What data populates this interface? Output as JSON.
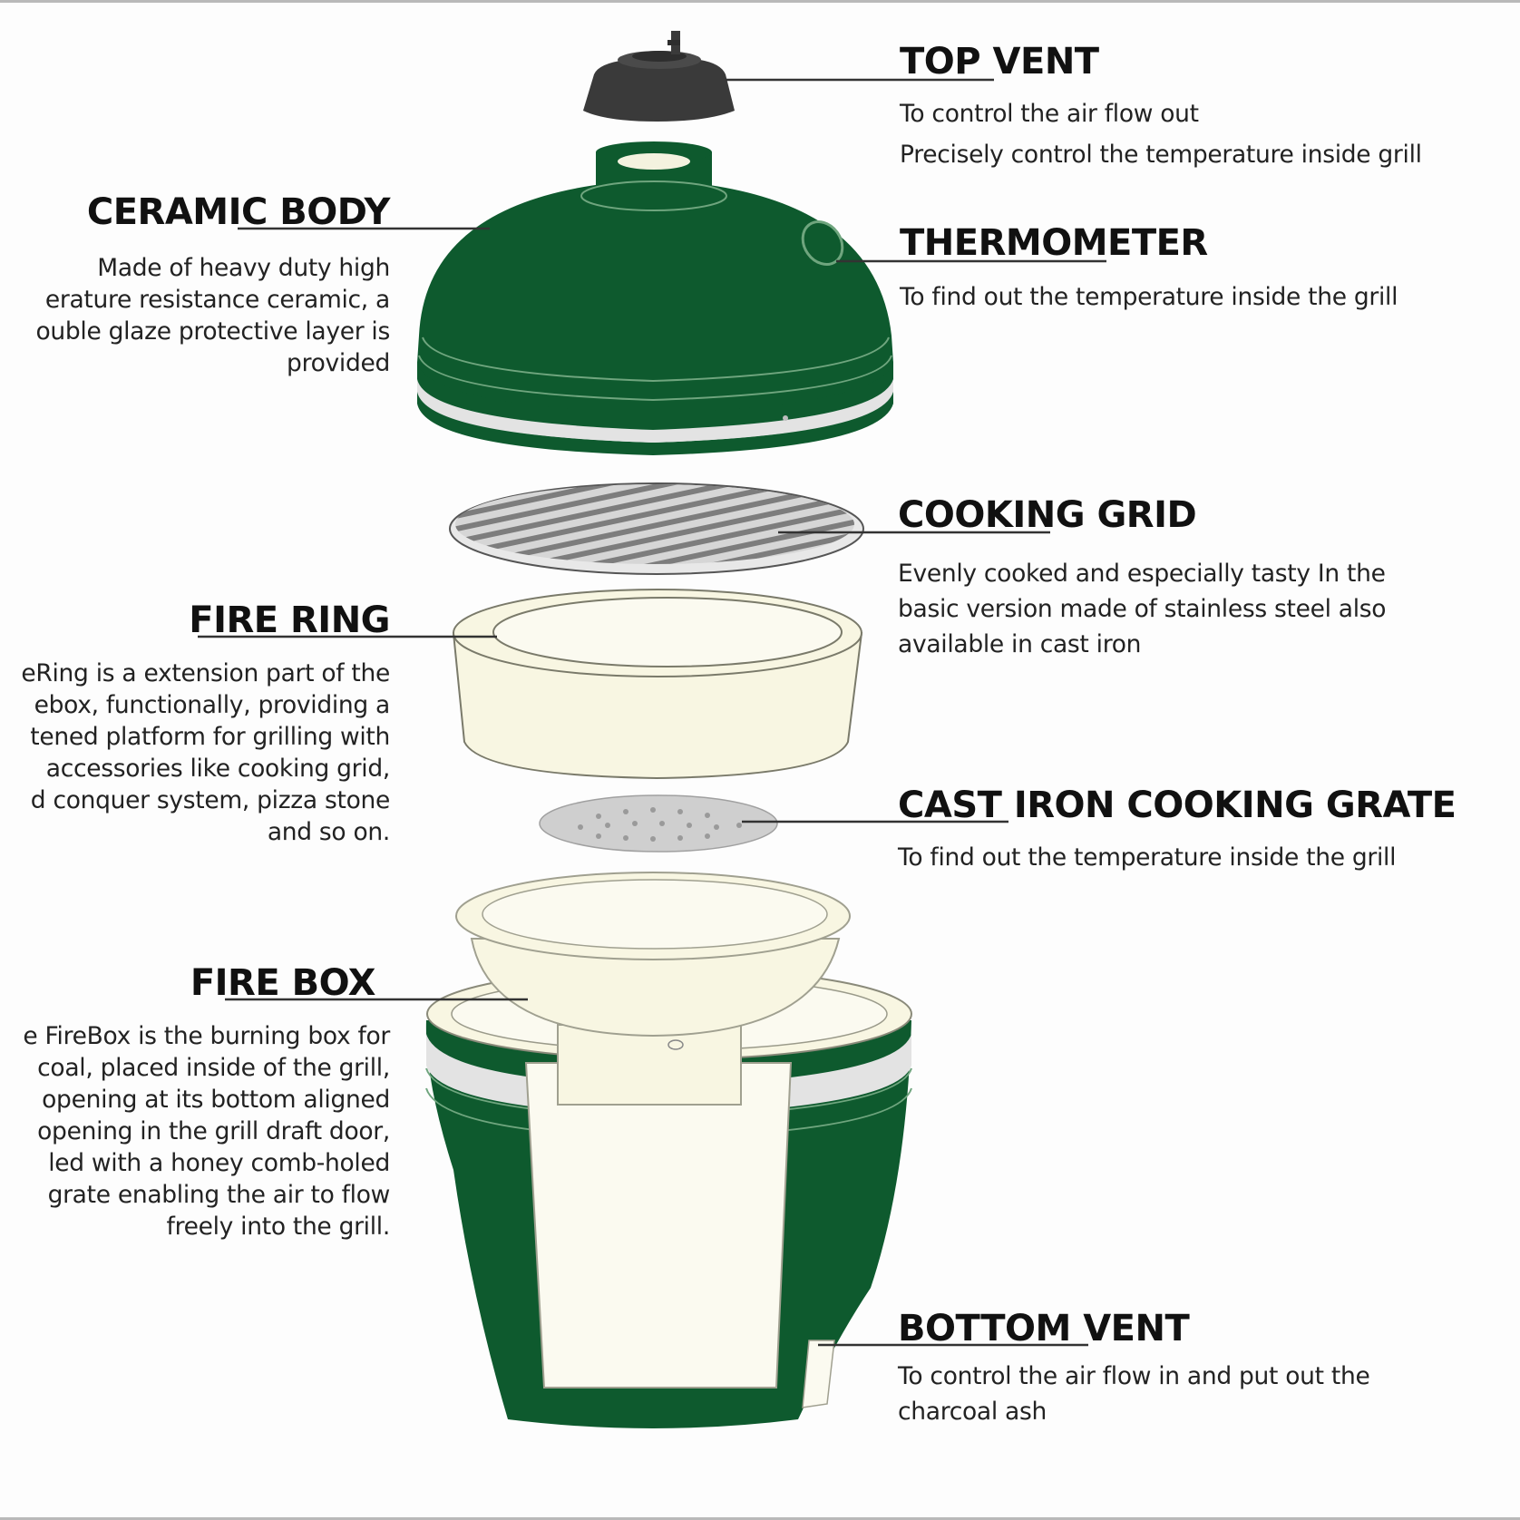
{
  "diagram": {
    "type": "exploded-view",
    "subject": "Kamado ceramic charcoal grill",
    "colors": {
      "glaze_green": "#0e5a2e",
      "green_highlight": "#6fa57e",
      "vent_dark": "#3a3a3a",
      "ceramic_cream": "#f8f6e6",
      "steel_grey": "#c9c9c9",
      "gasket_grey": "#e3e3e3",
      "leader_line": "#333333"
    }
  },
  "labels": {
    "top_vent": {
      "title": "TOP VENT",
      "lines": [
        "To control the air flow out",
        "Precisely control the temperature inside grill"
      ]
    },
    "ceramic_body": {
      "title": "CERAMIC BODY",
      "lines": [
        "Made of heavy duty high",
        "erature resistance ceramic, a",
        "ouble glaze protective layer is",
        "provided"
      ]
    },
    "thermometer": {
      "title": "THERMOMETER",
      "lines": [
        "To find out the temperature inside the grill"
      ]
    },
    "cooking_grid": {
      "title": "COOKING GRID",
      "lines": [
        "Evenly cooked and especially tasty In the",
        "basic version made of stainless steel also",
        "available in cast iron"
      ]
    },
    "fire_ring": {
      "title": "FIRE RING",
      "lines": [
        "eRing is a extension part of the",
        "ebox, functionally, providing a",
        "tened platform for grilling with",
        "accessories like cooking grid,",
        "d conquer system, pizza stone",
        "and so on."
      ]
    },
    "cast_iron_grate": {
      "title": "CAST IRON COOKING GRATE",
      "lines": [
        "To find out the temperature inside the grill"
      ]
    },
    "fire_box": {
      "title": "FIRE BOX",
      "lines": [
        "e FireBox is the burning box for",
        "coal, placed inside of the grill,",
        "opening at its bottom aligned",
        "opening in the grill draft door,",
        "led with a honey comb-holed",
        "grate enabling the air to flow",
        "freely into the grill."
      ]
    },
    "bottom_vent": {
      "title": "BOTTOM VENT",
      "lines": [
        "To control the air flow in and put out the",
        "charcoal ash"
      ]
    }
  }
}
